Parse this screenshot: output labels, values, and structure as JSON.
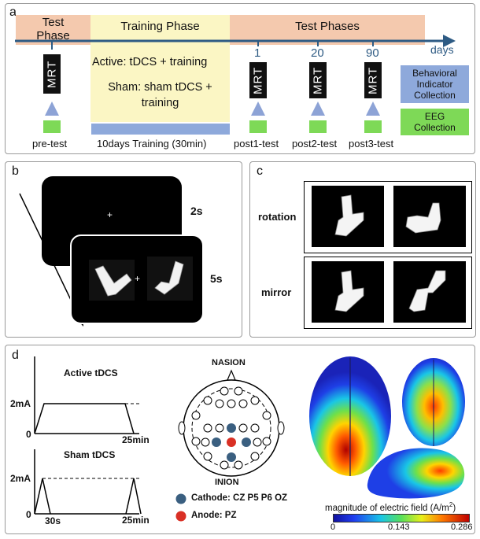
{
  "panel_a": {
    "label": "a",
    "test_phase_1": "Test",
    "test_phase_2": "Phase",
    "training_phase": "Training Phase",
    "test_phases": "Test Phases",
    "days": "days",
    "day_1": "1",
    "day_20": "20",
    "day_90": "90",
    "mrt": "MRT",
    "active_line": "Active: tDCS + training",
    "sham_line_1": "Sham: sham tDCS +",
    "sham_line_2": "training",
    "behavioral_1": "Behavioral",
    "behavioral_2": "Indicator",
    "behavioral_3": "Collection",
    "eeg_1": "EEG",
    "eeg_2": "Collection",
    "pre_test": "pre-test",
    "training_label": "10days Training (30min)",
    "post1": "post1-test",
    "post2": "post2-test",
    "post3": "post3-test"
  },
  "panel_b": {
    "label": "b",
    "fixation": "+",
    "time_1": "2s",
    "time_2": "5s"
  },
  "panel_c": {
    "label": "c",
    "rotation": "rotation",
    "mirror": "mirror"
  },
  "panel_d": {
    "label": "d",
    "active_title": "Active tDCS",
    "sham_title": "Sham tDCS",
    "ma_label": "2mA",
    "zero": "0",
    "t25": "25min",
    "t30s": "30s",
    "nasion": "NASION",
    "inion": "INION",
    "cathode": "Cathode: CZ P5 P6 OZ",
    "anode": "Anode: PZ",
    "colorbar_title": "magnitude of electric field (A/m",
    "colorbar_sup": "2",
    "colorbar_close": ")",
    "cb_min": "0",
    "cb_mid": "0.143",
    "cb_max": "0.286"
  },
  "colors": {
    "test_phase_bg": "#f4c9ae",
    "training_bg": "#fbf6c4",
    "axis_blue": "#2e5b84",
    "bar_blue": "#8ea9db",
    "green": "#7ed957",
    "cathode": "#3a5f80",
    "anode": "#d93025"
  },
  "icons": [
    "timeline-arrow",
    "triangle-marker",
    "mrt-box",
    "brain-render",
    "electrode-cap"
  ]
}
